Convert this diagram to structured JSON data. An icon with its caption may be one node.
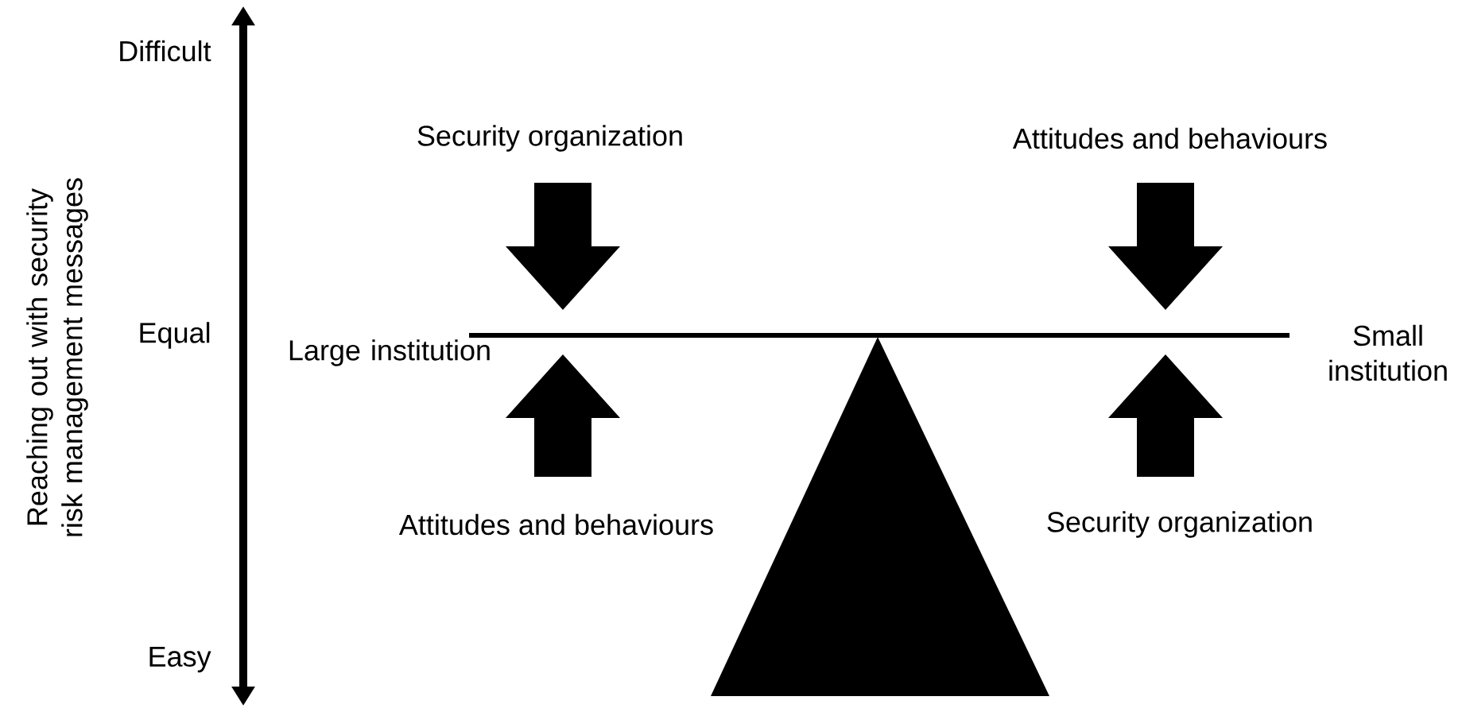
{
  "diagram": {
    "labels": [
      "Difficult",
      "Equal",
      "Easy",
      "Reaching out with security risk management messages",
      "Security organization",
      "Attitudes and behaviours",
      "Large institution",
      "Small institution",
      "Attitudes and behaviours",
      "Security organization"
    ]
  }
}
